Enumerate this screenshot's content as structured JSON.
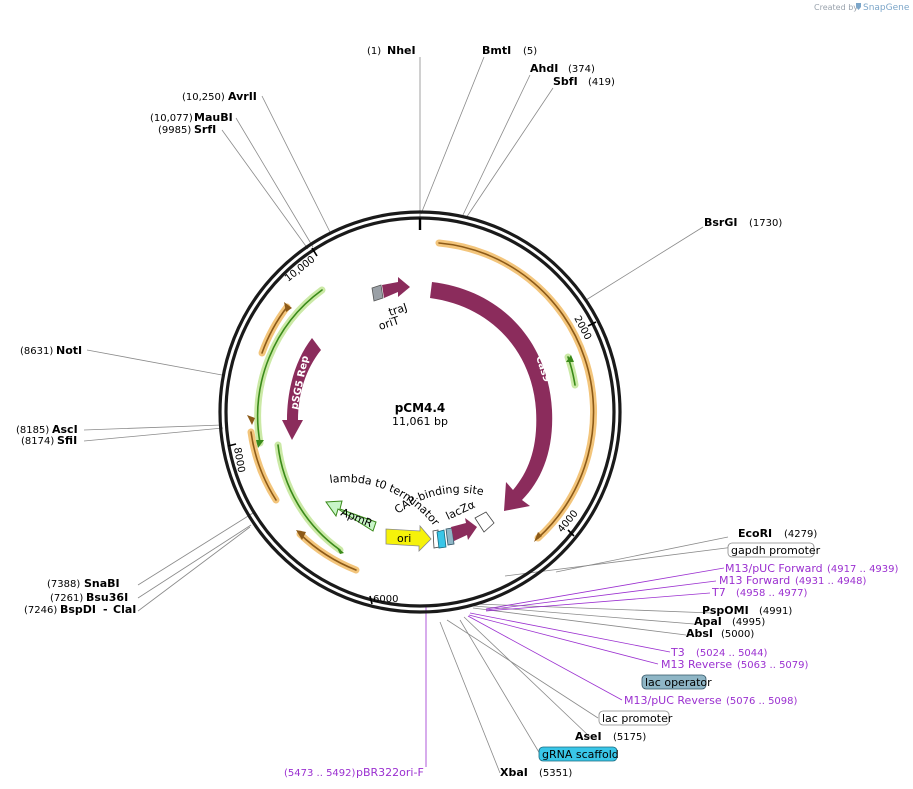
{
  "credit": {
    "text": "Created by",
    "brand": "SnapGene"
  },
  "plasmid": {
    "name": "pCM4.4",
    "size": "11,061 bp"
  },
  "ticks": [
    "2000",
    "4000",
    "6000",
    "8000",
    "10,000"
  ],
  "sites": [
    {
      "name": "NheI",
      "pos": "(1)"
    },
    {
      "name": "BmtI",
      "pos": "(5)"
    },
    {
      "name": "AhdI",
      "pos": "(374)"
    },
    {
      "name": "SbfI",
      "pos": "(419)"
    },
    {
      "name": "BsrGI",
      "pos": "(1730)"
    },
    {
      "name": "EcoRI",
      "pos": "(4279)"
    },
    {
      "name": "PspOMI",
      "pos": "(4991)"
    },
    {
      "name": "ApaI",
      "pos": "(4995)"
    },
    {
      "name": "AbsI",
      "pos": "(5000)"
    },
    {
      "name": "AseI",
      "pos": "(5175)"
    },
    {
      "name": "XbaI",
      "pos": "(5351)"
    },
    {
      "name": "SnaBI",
      "pos": "(7388)"
    },
    {
      "name": "Bsu36I",
      "pos": "(7261)"
    },
    {
      "name": "BspDI",
      "pos": "(7246)"
    },
    {
      "name": "ClaI",
      "pos": ""
    },
    {
      "name": "SfiI",
      "pos": "(8174)"
    },
    {
      "name": "AscI",
      "pos": "(8185)"
    },
    {
      "name": "NotI",
      "pos": "(8631)"
    },
    {
      "name": "SrfI",
      "pos": "(9985)"
    },
    {
      "name": "MauBI",
      "pos": "(10,077)"
    },
    {
      "name": "AvrII",
      "pos": "(10,250)"
    }
  ],
  "primers": [
    {
      "name": "M13/pUC Forward",
      "pos": "(4917 .. 4939)"
    },
    {
      "name": "M13 Forward",
      "pos": "(4931 .. 4948)"
    },
    {
      "name": "T7",
      "pos": "(4958 .. 4977)"
    },
    {
      "name": "T3",
      "pos": "(5024 .. 5044)"
    },
    {
      "name": "M13 Reverse",
      "pos": "(5063 .. 5079)"
    },
    {
      "name": "M13/pUC Reverse",
      "pos": "(5076 .. 5098)"
    },
    {
      "name": "pBR322ori-F",
      "pos": "(5473 .. 5492)"
    }
  ],
  "boxed": [
    {
      "name": "gapdh promoter"
    },
    {
      "name": "lac operator"
    },
    {
      "name": "lac promoter"
    },
    {
      "name": "gRNA scaffold"
    }
  ],
  "features": {
    "cas9": "Cas9",
    "psg5rep": "pSG5 Rep",
    "traj": "traJ",
    "orit": "oriT",
    "apmr": "ApmR",
    "ori": "ori",
    "lacz": "lacZα",
    "cap": "CAP binding site",
    "lambda": "lambda t0 terminator"
  },
  "colors": {
    "feature_maroon": "#8b2c5c",
    "orange_highlight": "#f3c57b",
    "green_highlight": "#cbe9a6",
    "primer_purple": "#9b30d0",
    "ori_yellow": "#f6f20a",
    "apmr_green": "#c8f5c8",
    "lac_operator": "#8fb6c6",
    "grna_cyan": "#39c6e8"
  }
}
